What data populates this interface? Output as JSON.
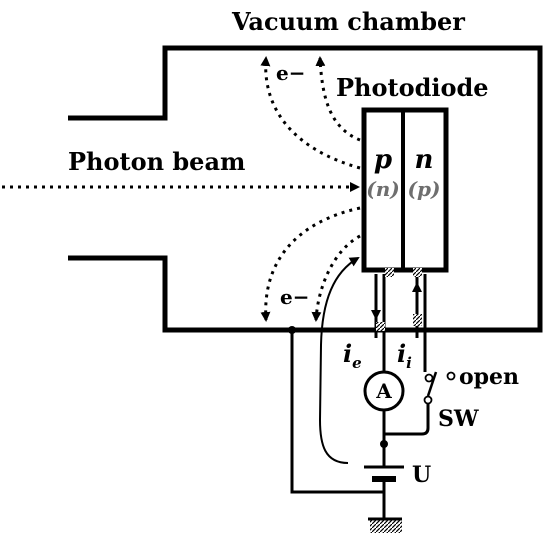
{
  "labels": {
    "chamber": "Vacuum chamber",
    "photodiode": "Photodiode",
    "photon_beam": "Photon beam",
    "electron_top": "e−",
    "electron_bottom": "e−",
    "p_layer": "p",
    "n_layer": "n",
    "p_alt": "(n)",
    "n_alt": "(p)",
    "current_e_main": "i",
    "current_e_sub": "e",
    "current_i_main": "i",
    "current_i_sub": "i",
    "ammeter": "A",
    "switch_open": "open",
    "switch": "SW",
    "voltage": "U"
  },
  "colors": {
    "line": "#000000",
    "alt_label": "#6e6e6e",
    "background": "#ffffff"
  }
}
